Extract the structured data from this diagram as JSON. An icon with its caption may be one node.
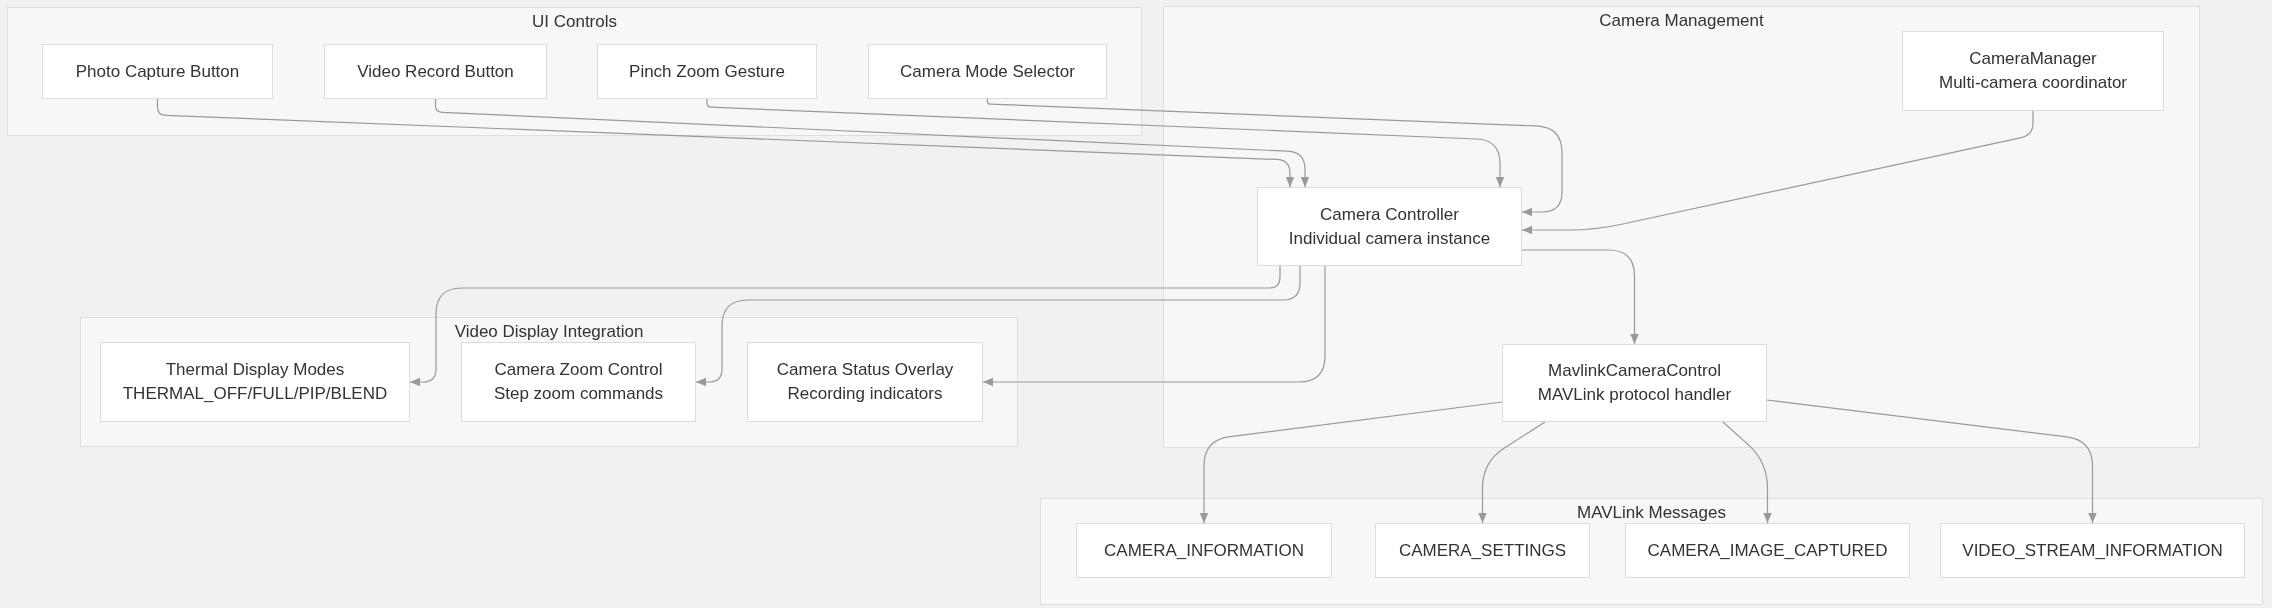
{
  "diagram": {
    "nodes": [
      {
        "text": [
          "UI Controls"
        ]
      },
      {
        "text": [
          "Photo Capture Button"
        ],
        "in": 0
      },
      {
        "text": [
          "Video Record Button"
        ],
        "in": 0
      },
      {
        "text": [
          "Pinch Zoom Gesture"
        ],
        "in": 0
      },
      {
        "text": [
          "Camera Mode Selector"
        ],
        "in": 0
      },
      {
        "text": [
          "Camera Management"
        ]
      },
      {
        "text": [
          "CameraManager",
          "Multi-camera coordinator"
        ],
        "in": 5
      },
      {
        "text": [
          "Camera Controller",
          "Individual camera instance"
        ],
        "in": 5
      },
      {
        "text": [
          "MavlinkCameraControl",
          "MAVLink protocol handler"
        ],
        "in": 5
      },
      {
        "text": [
          "Video Display Integration"
        ]
      },
      {
        "text": [
          "Thermal Display Modes",
          "THERMAL_OFF/FULL/PIP/BLEND"
        ],
        "in": 9
      },
      {
        "text": [
          "Camera Zoom Control",
          "Step zoom commands"
        ],
        "in": 9
      },
      {
        "text": [
          "Camera Status Overlay",
          "Recording indicators"
        ],
        "in": 9
      },
      {
        "text": [
          "MAVLink Messages"
        ]
      },
      {
        "text": [
          "CAMERA_INFORMATION"
        ],
        "in": 13
      },
      {
        "text": [
          "CAMERA_SETTINGS"
        ],
        "in": 13
      },
      {
        "text": [
          "CAMERA_IMAGE_CAPTURED"
        ],
        "in": 13
      },
      {
        "text": [
          "VIDEO_STREAM_INFORMATION"
        ],
        "in": 13
      }
    ],
    "edges": [
      {
        "from": 1,
        "to": 7,
        "arrow": "to"
      },
      {
        "from": 2,
        "to": 7,
        "arrow": "to"
      },
      {
        "from": 3,
        "to": 7,
        "arrow": "to"
      },
      {
        "from": 4,
        "to": 7,
        "arrow": "to"
      },
      {
        "from": 6,
        "to": 7,
        "arrow": "to"
      },
      {
        "from": 7,
        "to": 8,
        "arrow": "to"
      },
      {
        "from": 7,
        "to": 10,
        "arrow": "to"
      },
      {
        "from": 7,
        "to": 11,
        "arrow": "to"
      },
      {
        "from": 7,
        "to": 12,
        "arrow": "to"
      },
      {
        "from": 8,
        "to": 14,
        "arrow": "to"
      },
      {
        "from": 8,
        "to": 15,
        "arrow": "to"
      },
      {
        "from": 8,
        "to": 16,
        "arrow": "to"
      },
      {
        "from": 8,
        "to": 17,
        "arrow": "to"
      }
    ]
  }
}
